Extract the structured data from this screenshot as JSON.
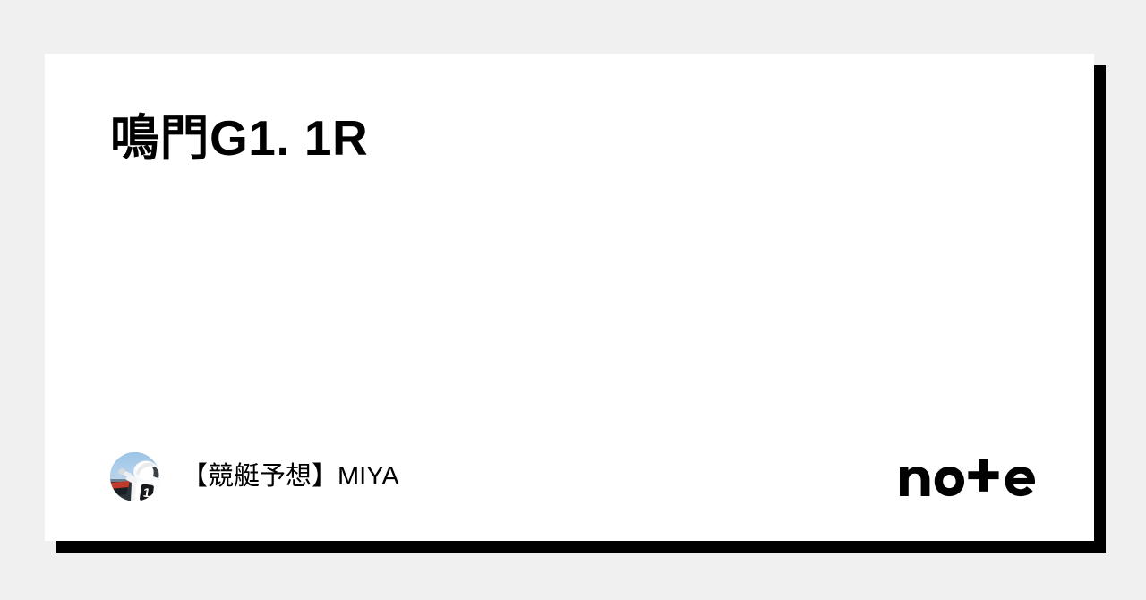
{
  "page": {
    "background_color": "#f0f0f0",
    "card_background_color": "#ffffff",
    "shadow_color": "#000000",
    "text_color": "#000000"
  },
  "card": {
    "title": "鳴門G1. 1R"
  },
  "footer": {
    "avatar_alt": "avatar-boat-racer",
    "author_name": "【競艇予想】MIYA",
    "brand": {
      "name": "note",
      "letters": [
        "n",
        "o",
        "t",
        "e"
      ]
    }
  }
}
